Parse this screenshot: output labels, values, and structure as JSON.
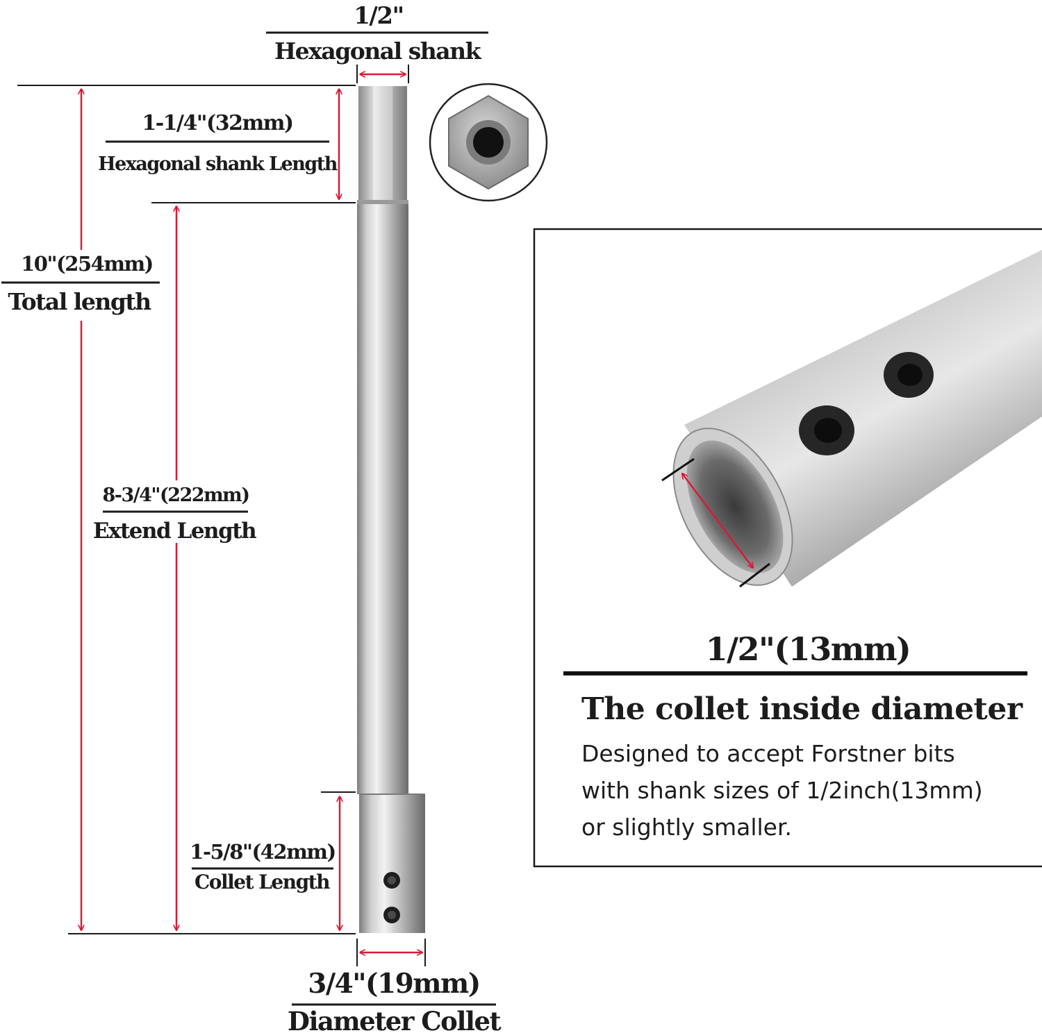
{
  "hex_shank": {
    "size": "1/2\"",
    "label": "Hexagonal shank"
  },
  "hex_length": {
    "value": "1-1/4\"(32mm)",
    "label": "Hexagonal shank Length"
  },
  "total_length": {
    "value": "10\"(254mm)",
    "label": "Total length"
  },
  "extend_length": {
    "value": "8-3/4\"(222mm)",
    "label": "Extend Length"
  },
  "collet_length": {
    "value": "1-5/8\"(42mm)",
    "label": "Collet Length"
  },
  "collet_diameter": {
    "value": "3/4\"(19mm)",
    "label": "Diameter Collet"
  },
  "detail": {
    "value": "1/2\"(13mm)",
    "title": "The collet inside diameter",
    "desc_lines": [
      "Designed to accept Forstner bits",
      "with shank sizes of 1/2inch(13mm)",
      "or slightly smaller."
    ]
  },
  "colors": {
    "dimension": "#d91a36",
    "rule": "#1a1a1a",
    "steel": "#b9b9b9"
  },
  "icons": [
    "hexagon-end-icon",
    "set-screw-icon"
  ]
}
